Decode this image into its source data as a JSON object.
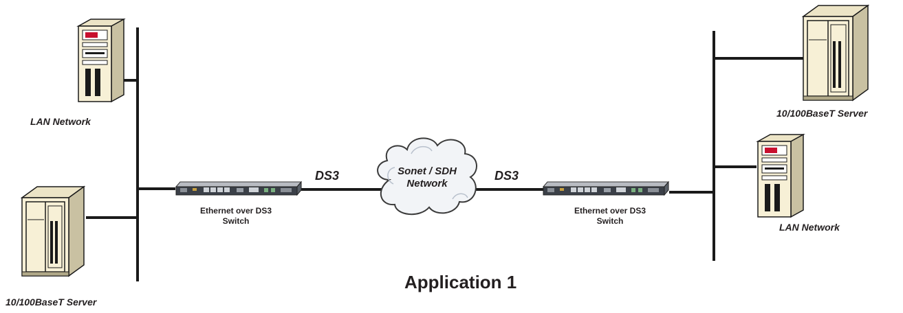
{
  "diagram": {
    "title": "Application 1",
    "left": {
      "lan_label": "LAN Network",
      "server_label": "10/100BaseT Server",
      "switch_label": "Ethernet over DS3 Switch"
    },
    "right": {
      "lan_label": "LAN Network",
      "server_label": "10/100BaseT Server",
      "switch_label": "Ethernet over DS3 Switch"
    },
    "links": {
      "left": "DS3",
      "right": "DS3"
    },
    "cloud": {
      "label": "Sonet / SDH Network"
    }
  }
}
